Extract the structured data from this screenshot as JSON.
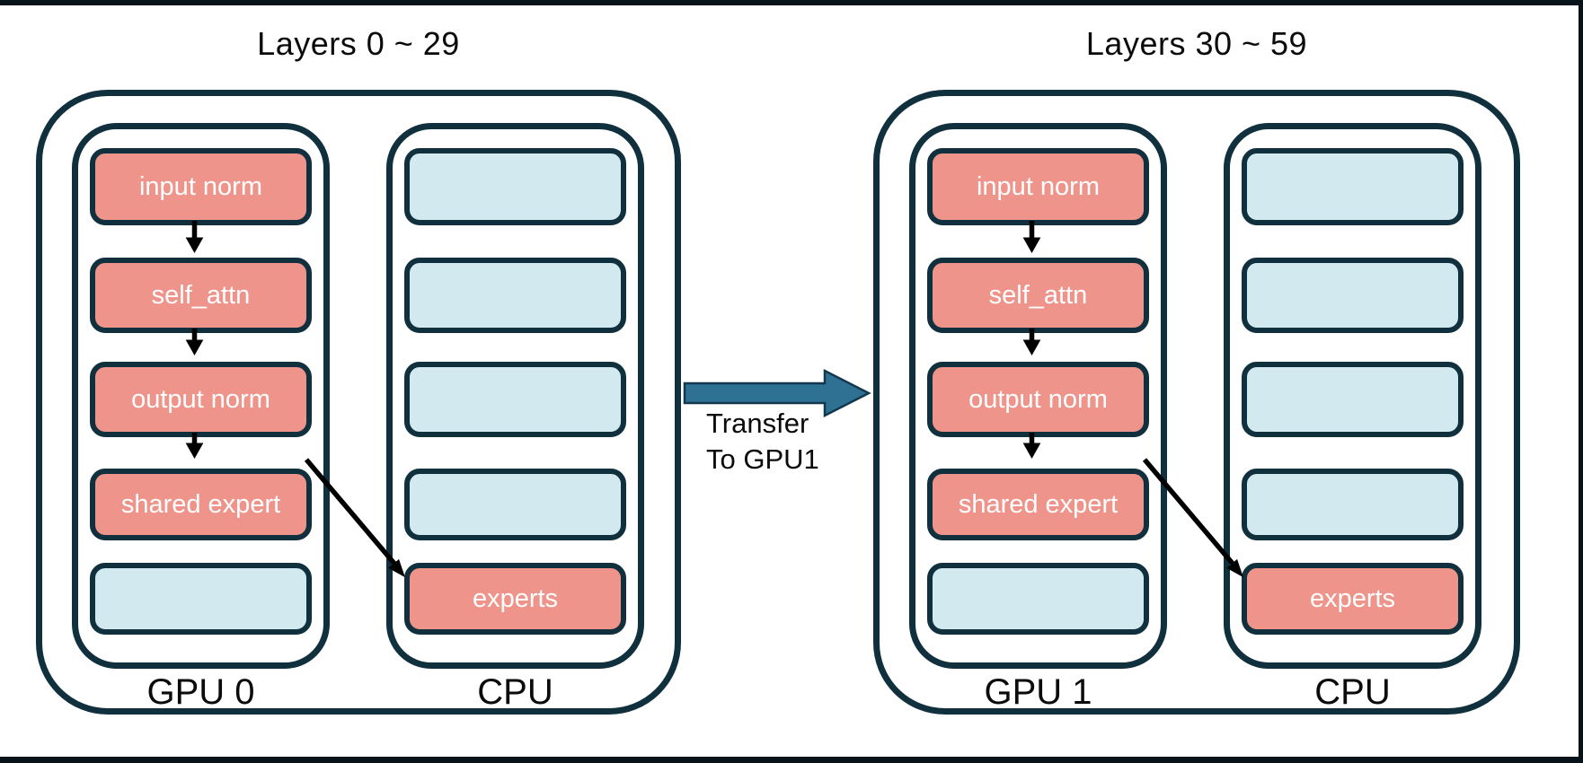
{
  "groups": [
    {
      "title": "Layers 0 ~ 29",
      "gpu_label": "GPU 0",
      "cpu_label": "CPU",
      "gpu_boxes": [
        "input norm",
        "self_attn",
        "output norm",
        "shared expert",
        ""
      ],
      "cpu_boxes": [
        "",
        "",
        "",
        "",
        "experts"
      ]
    },
    {
      "title": "Layers 30 ~ 59",
      "gpu_label": "GPU 1",
      "cpu_label": "CPU",
      "gpu_boxes": [
        "input norm",
        "self_attn",
        "output norm",
        "shared expert",
        ""
      ],
      "cpu_boxes": [
        "",
        "",
        "",
        "",
        "experts"
      ]
    }
  ],
  "transfer": {
    "line1": "Transfer",
    "line2": "To GPU1"
  },
  "colors": {
    "module_fill": "#EF948A",
    "placeholder_fill": "#D2E9F0",
    "outline": "#11303E",
    "transfer_arrow": "#2E7193",
    "frame": "#071219"
  }
}
